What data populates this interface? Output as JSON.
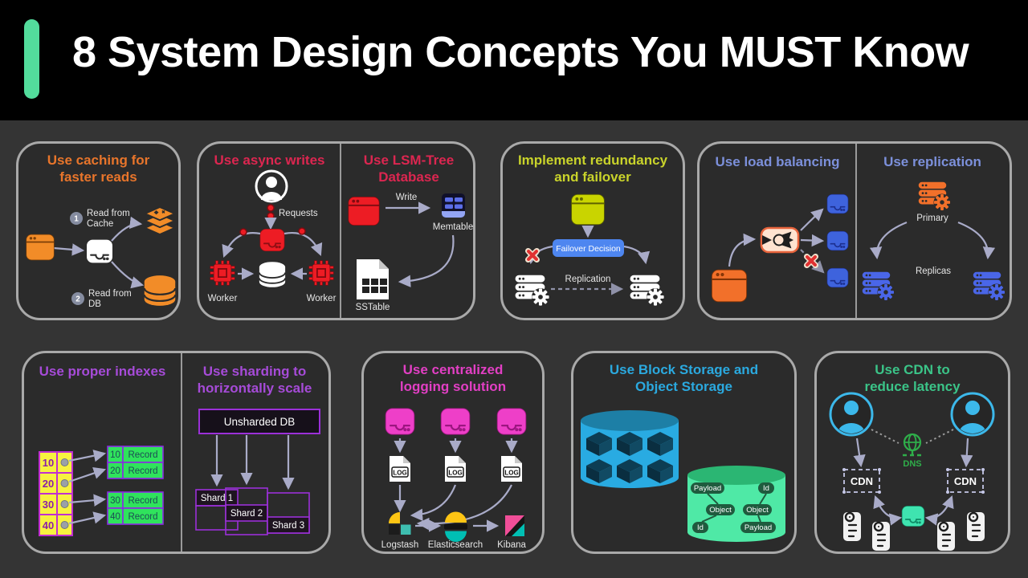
{
  "header": {
    "title": "8 System Design Concepts You MUST Know"
  },
  "caching": {
    "title_l1": "Use caching for",
    "title_l2": "faster reads",
    "step1_num": "1",
    "step1_l1": "Read from",
    "step1_l2": "Cache",
    "step2_num": "2",
    "step2_l1": "Read from",
    "step2_l2": "DB"
  },
  "async_writes": {
    "title": "Use async writes",
    "requests": "Requests",
    "worker": "Worker"
  },
  "lsm": {
    "title_l1": "Use LSM-Tree",
    "title_l2": "Database",
    "write": "Write",
    "memtable": "Memtable",
    "sstable": "SSTable"
  },
  "redundancy": {
    "title_l1": "Implement redundancy",
    "title_l2": "and failover",
    "failover": "Failover Decision",
    "replication": "Replication"
  },
  "load_balancing": {
    "title": "Use load balancing"
  },
  "replication_panel": {
    "title": "Use replication",
    "primary": "Primary",
    "replicas": "Replicas"
  },
  "indexes": {
    "title": "Use proper indexes",
    "keys": [
      "10",
      "20",
      "30",
      "40"
    ],
    "records": [
      {
        "key": "10",
        "value": "Record"
      },
      {
        "key": "20",
        "value": "Record"
      },
      {
        "key": "30",
        "value": "Record"
      },
      {
        "key": "40",
        "value": "Record"
      }
    ]
  },
  "sharding": {
    "title_l1": "Use sharding to",
    "title_l2": "horizontally scale",
    "unsharded": "Unsharded DB",
    "shards": [
      "Shard 1",
      "Shard 2",
      "Shard 3"
    ]
  },
  "logging": {
    "title_l1": "Use centralized",
    "title_l2": "logging solution",
    "log": "LOG",
    "tools": [
      "Logstash",
      "Elasticsearch",
      "Kibana"
    ]
  },
  "storage": {
    "title_l1": "Use Block Storage and",
    "title_l2": "Object Storage",
    "tags": [
      "Payload",
      "Id",
      "Object",
      "Object",
      "Id",
      "Payload"
    ]
  },
  "cdn": {
    "title_l1": "Use CDN to",
    "title_l2": "reduce latency",
    "dns": "DNS",
    "cdn": "CDN"
  },
  "colors": {
    "accent_bar": "#53DC9C",
    "caching": "#E8752B",
    "async": "#DC2650",
    "redundancy": "#C9D32B",
    "balancing": "#7C90DB",
    "sharding": "#A64BD8",
    "logging": "#E23FC4",
    "storage": "#2BA9DF",
    "cdn": "#3BC488"
  }
}
